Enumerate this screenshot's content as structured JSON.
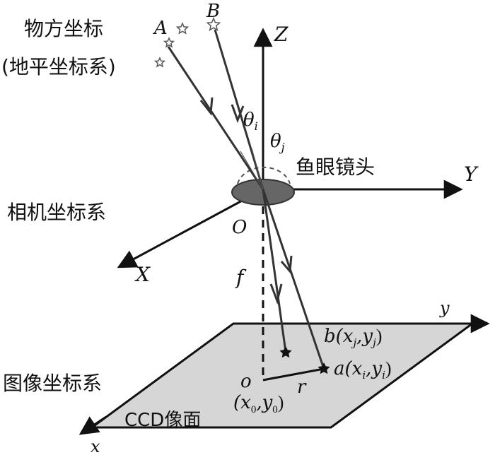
{
  "labels": {
    "object_coords": "物方坐标",
    "horizon_coords": "(地平坐标系)",
    "camera_coords": "相机坐标系",
    "image_coords": "图像坐标系",
    "fisheye_lens": "鱼眼镜头",
    "ccd_plane": "CCD像面"
  },
  "points": {
    "A": "A",
    "B": "B",
    "O": "O",
    "o": "o",
    "a": "a(x",
    "a_i": "i",
    "a_mid": ",y",
    "a_i2": "i",
    "a_close": ")",
    "b": "b(x",
    "b_j": "j",
    "b_mid": ",y",
    "b_j2": "j",
    "b_close": ")",
    "o_coords_open": "(x",
    "o_sub0": "0",
    "o_mid": ",y",
    "o_sub0b": "0",
    "o_close": ")"
  },
  "axes": {
    "Z": "Z",
    "Y": "Y",
    "X": "X",
    "x": "x",
    "y": "y"
  },
  "quantities": {
    "f": "f",
    "r": "r",
    "theta": "θ",
    "theta_i_sub": "i",
    "theta_j_sub": "j"
  },
  "colors": {
    "line": "#111111",
    "ray": "#333333",
    "lens": "#555555",
    "plane_fill": "#d6d6d6",
    "star_outline": "#555555"
  }
}
